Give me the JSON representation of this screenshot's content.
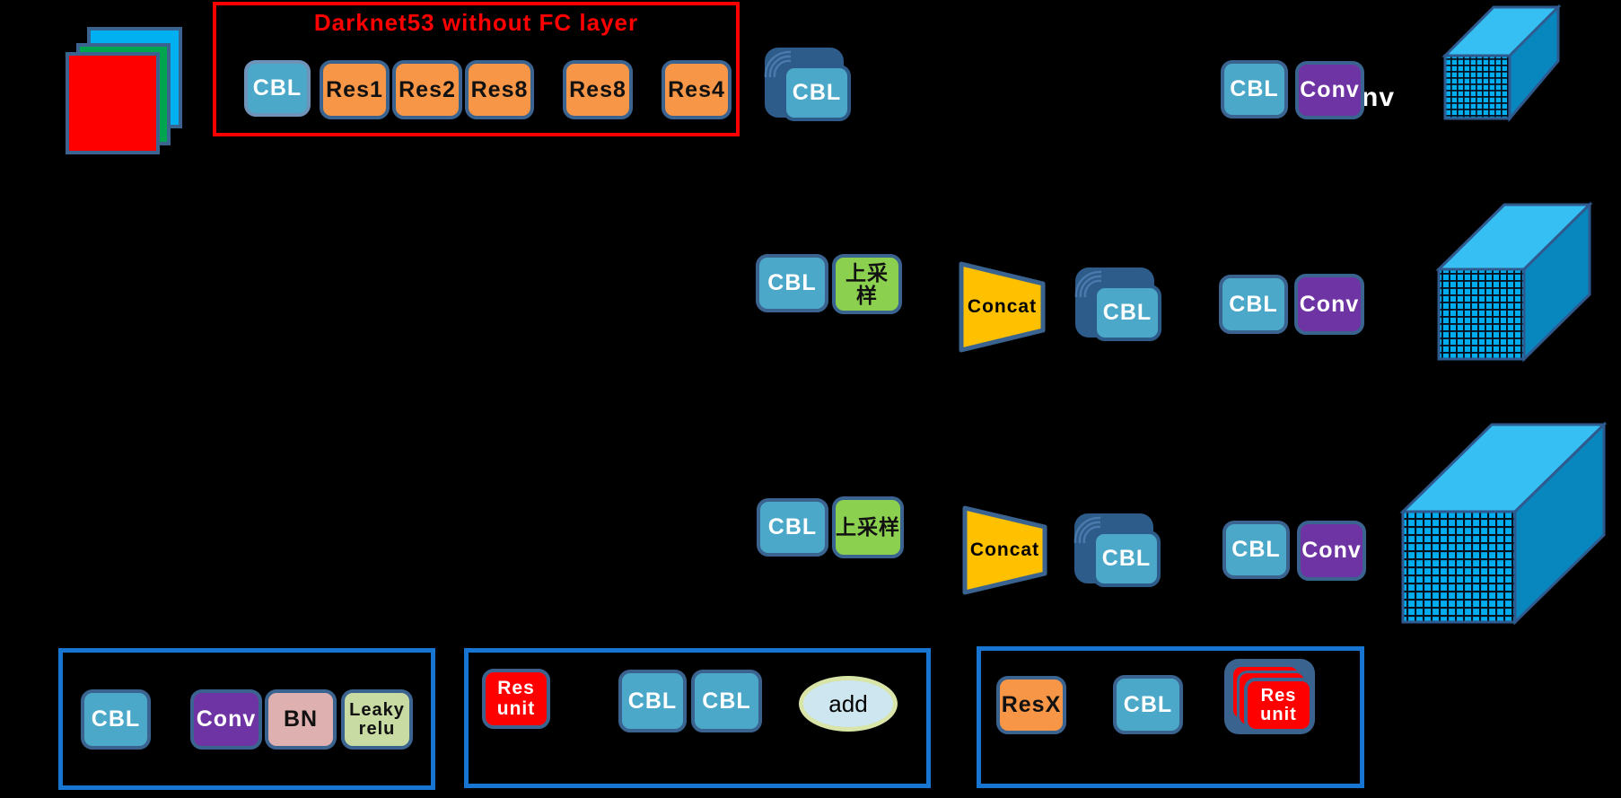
{
  "colors": {
    "background": "#000000",
    "cbl_fill": "#4BA8C8",
    "block_border": "#3A6390",
    "res_fill": "#F79646",
    "conv_fill": "#6E34A4",
    "bn_fill": "#DFB0B0",
    "leaky_fill": "#C8DBA3",
    "upsample_fill": "#8CD050",
    "concat_fill": "#FFC000",
    "res_unit_fill": "#FF0000",
    "add_fill": "#CDE6F0",
    "add_border": "#D8E4A8",
    "cube_top": "#36BFF2",
    "cube_front": "#00AEEF",
    "cube_side": "#0887BE",
    "frame_red": "#FF0000",
    "frame_blue": "#1676D2",
    "input_blue": "#00B0F0",
    "input_green": "#00A550",
    "input_red": "#FE0000"
  },
  "darknet": {
    "title": "Darknet53 without FC layer",
    "blocks": [
      {
        "label": "CBL"
      },
      {
        "label": "Res1"
      },
      {
        "label": "Res2"
      },
      {
        "label": "Res8"
      },
      {
        "label": "Res8"
      },
      {
        "label": "Res4"
      }
    ]
  },
  "flow": {
    "stage1_stack": "CBL",
    "head1": {
      "cbl": "CBL",
      "conv": "Conv",
      "ghost": "conv"
    },
    "row2": {
      "cbl": "CBL",
      "upsample": "上采样",
      "concat": "Concat",
      "stack": "CBL",
      "head_cbl": "CBL",
      "head_conv": "Conv"
    },
    "row3": {
      "cbl": "CBL",
      "upsample": "上采样",
      "concat": "Concat",
      "stack": "CBL",
      "head_cbl": "CBL",
      "head_conv": "Conv"
    }
  },
  "legend_cbl": {
    "cbl": "CBL",
    "conv": "Conv",
    "bn": "BN",
    "leaky": "Leaky\nrelu"
  },
  "legend_res_unit": {
    "res_unit": "Res\nunit",
    "cbl1": "CBL",
    "cbl2": "CBL",
    "add": "add"
  },
  "legend_resx": {
    "resx": "ResX",
    "cbl": "CBL",
    "res_unit": "Res\nunit"
  }
}
